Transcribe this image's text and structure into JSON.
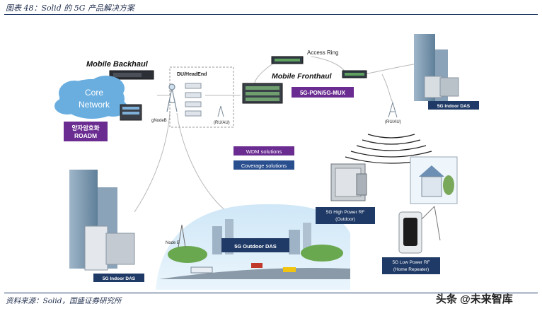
{
  "figure": {
    "title": "图表 48：Solid 的 5G 产品解决方案",
    "source": "资料来源：Solid，国盛证券研究所",
    "watermark": "头条 @未来智库"
  },
  "diagram": {
    "mobile_backhaul": "Mobile Backhaul",
    "core_network_line1": "Core",
    "core_network_line2": "Network",
    "roadm_line1": "양자암호화",
    "roadm_line2": "ROADM",
    "du_headend": "DU/HeadEnd",
    "gnodeb": "gNodeB",
    "ru_au_left": "(RU/AU)",
    "access_ring": "Access Ring",
    "mobile_fronthaul": "Mobile Fronthaul",
    "pon_mux": "5G-PON/5G-MUX",
    "ru_au_right": "(RU/AU)",
    "indoor_das_right": "5G Indoor DAS",
    "wdm_solutions": "WDM solutions",
    "coverage_solutions": "Coverage solutions",
    "indoor_das_left": "5G Indoor DAS",
    "node_b": "Node B",
    "outdoor_das": "5G Outdoor DAS",
    "high_power_rf_line1": "5G High Power RF",
    "high_power_rf_line2": "(Outdoor)",
    "low_power_rf_line1": "5G Low Power RF",
    "low_power_rf_line2": "(Home Repeater)"
  },
  "colors": {
    "navy_label": "#1f3a66",
    "purple_label": "#6a2c91",
    "blue_label": "#2a4f8f",
    "cloud": "#6aaee0"
  }
}
